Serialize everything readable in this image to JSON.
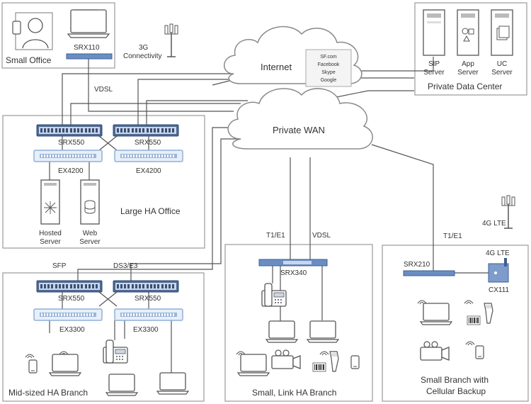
{
  "sites": {
    "small_office": {
      "title": "Small Office",
      "router": "SRX110"
    },
    "connectivity_3g": "3G\nConnectivity",
    "vdsl_top": "VDSL",
    "private_data_center": {
      "title": "Private Data Center",
      "servers": [
        "SIP\nServer",
        "App\nServer",
        "UC\nServer"
      ]
    },
    "clouds": {
      "internet": "Internet",
      "private_wan": "Private WAN"
    },
    "saas": [
      "SF.com",
      "Facebook",
      "Skype",
      "Google"
    ],
    "large_ha_office": {
      "title": "Large HA Office",
      "routers": [
        "SRX550",
        "SRX550"
      ],
      "switches": [
        "EX4200",
        "EX4200"
      ],
      "servers": [
        "Hosted\nServer",
        "Web\nServer"
      ]
    },
    "mid_ha_branch": {
      "title": "Mid-sized HA Branch",
      "links": [
        "SFP",
        "DS3/E3"
      ],
      "routers": [
        "SRX550",
        "SRX550"
      ],
      "switches": [
        "EX3300",
        "EX3300"
      ]
    },
    "small_link_ha_branch": {
      "title": "Small, Link HA Branch",
      "links": [
        "T1/E1",
        "VDSL"
      ],
      "router": "SRX340"
    },
    "small_branch_cellular": {
      "title": "Small Branch with\nCellular Backup",
      "link": "T1/E1",
      "lte_tower": "4G LTE",
      "lte_device": "4G LTE",
      "router": "SRX210",
      "cx": "CX111"
    }
  }
}
